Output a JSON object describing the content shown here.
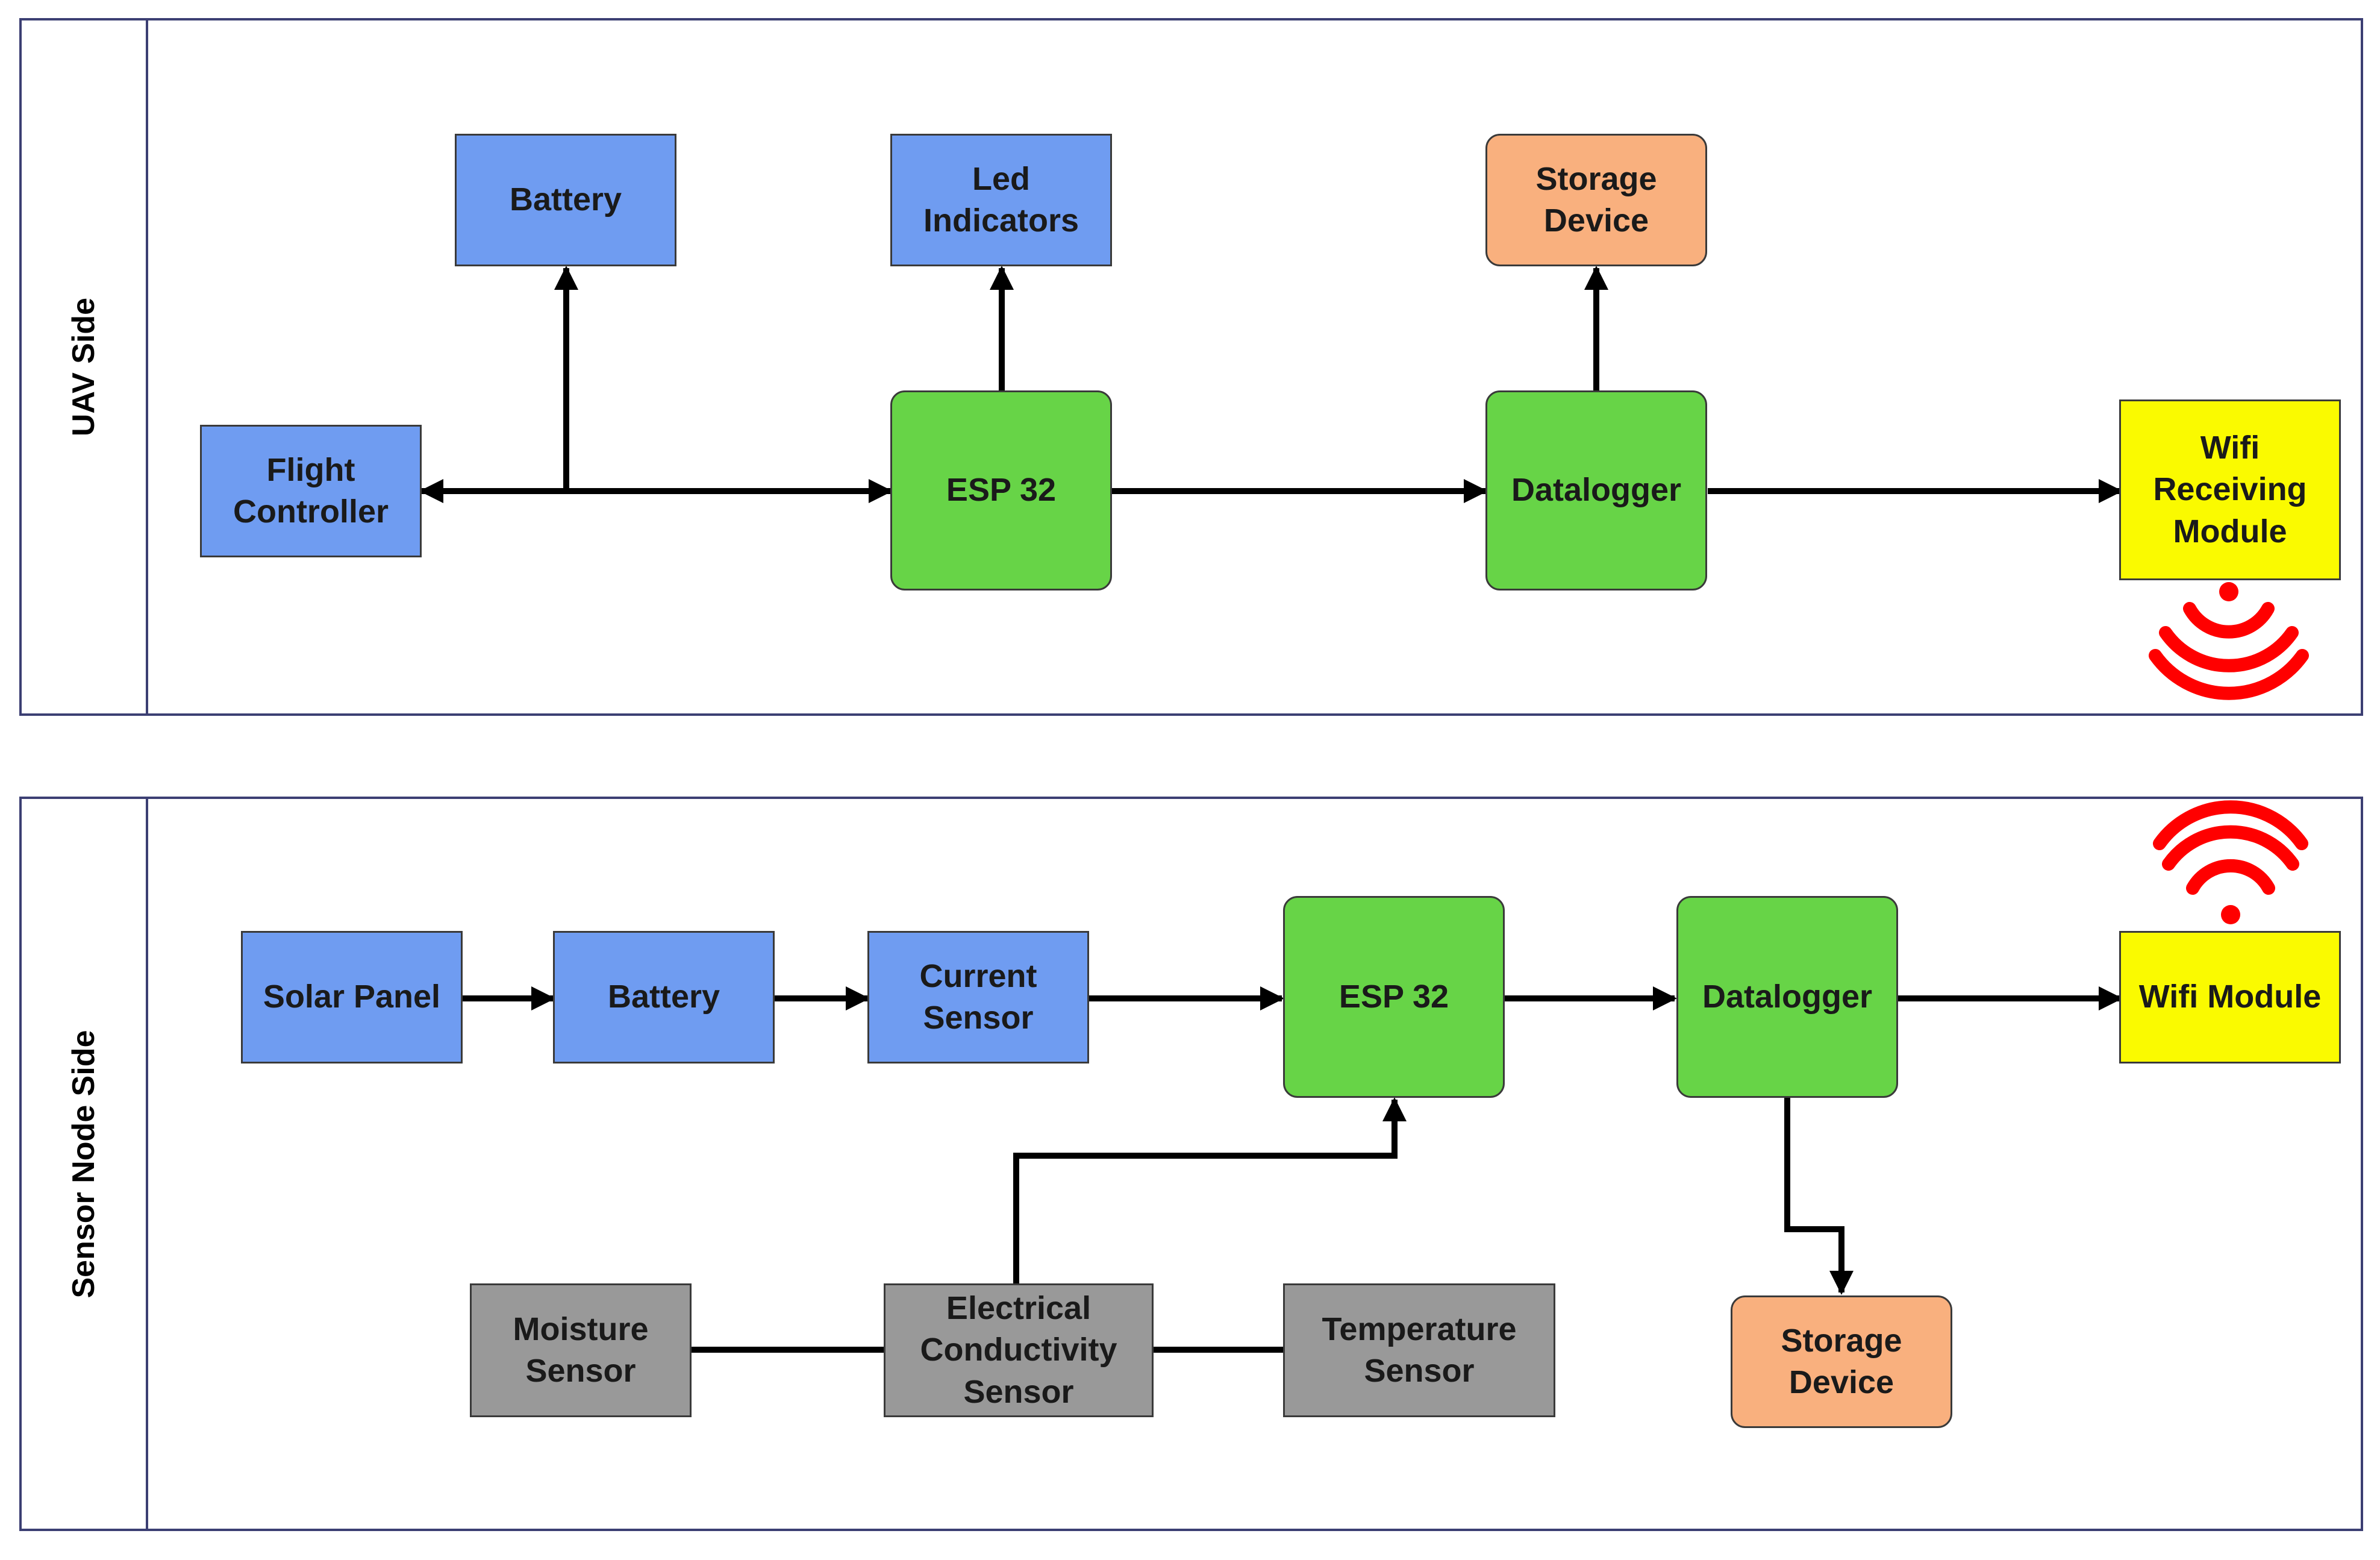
{
  "colors": {
    "peripheral": "#6f9cf1",
    "controller": "#67d447",
    "storage": "#f9b07e",
    "wireless": "#fafa00",
    "sensor": "#999999",
    "signal_icon": "#ff0000",
    "panel_border": "#3c3f73"
  },
  "uav_side": {
    "label": "UAV Side",
    "flight_controller": "Flight Controller",
    "battery": "Battery",
    "led_indicators": "Led Indicators",
    "esp32": "ESP 32",
    "storage_device": "Storage Device",
    "datalogger": "Datalogger",
    "wifi_receiving_module": "Wifi Receiving Module",
    "wifi_icon": "wifi-signal-icon"
  },
  "sensor_node_side": {
    "label": "Sensor Node Side",
    "solar_panel": "Solar Panel",
    "battery": "Battery",
    "current_sensor": "Current Sensor",
    "esp32": "ESP 32",
    "datalogger": "Datalogger",
    "wifi_module": "Wifi Module",
    "storage_device": "Storage Device",
    "moisture_sensor": "Moisture Sensor",
    "electrical_conductivity_sensor": "Electrical Conductivity Sensor",
    "temperature_sensor": "Temperature Sensor",
    "wifi_icon": "wifi-signal-icon"
  }
}
